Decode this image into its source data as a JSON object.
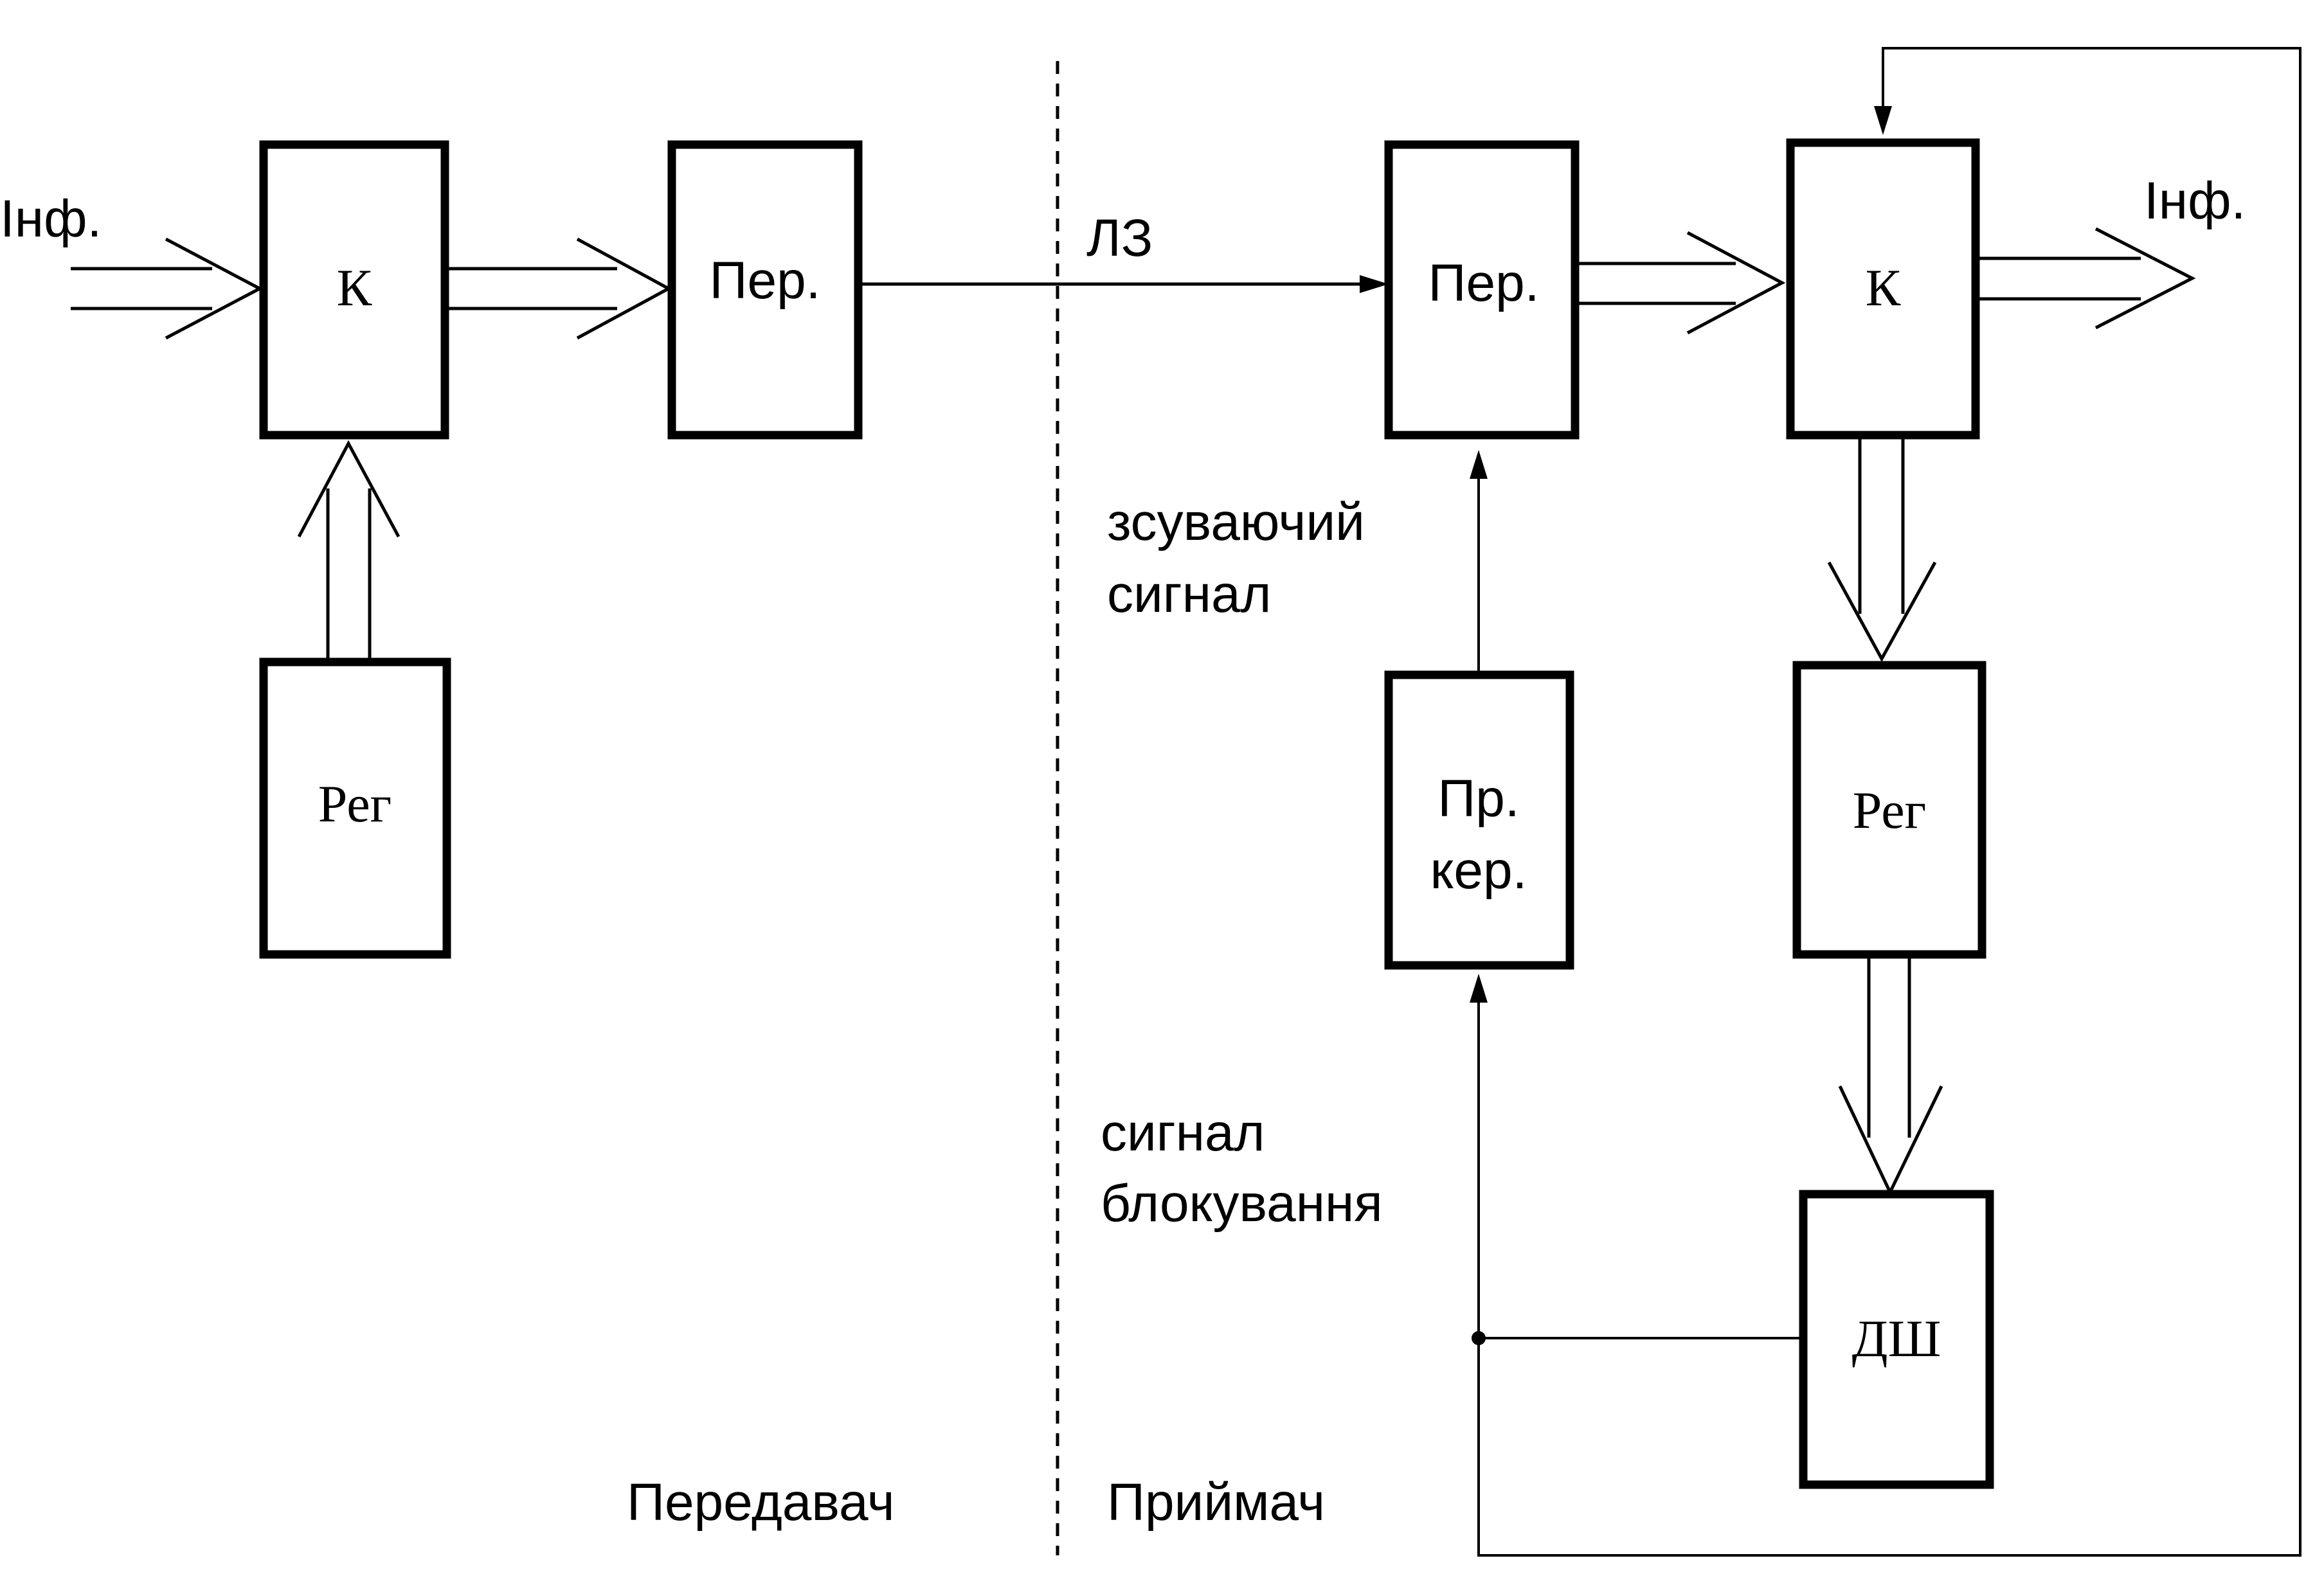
{
  "labels": {
    "input_info": "Інф.",
    "output_info": "Інф.",
    "link_label": "ЛЗ",
    "transmitter": "Передавач",
    "receiver": "Приймач",
    "shift_signal_line1": "зсуваючий",
    "shift_signal_line2": "сигнал",
    "block_signal_line1": "сигнал",
    "block_signal_line2": "блокування"
  },
  "blocks": {
    "tx_coder": "К",
    "tx_register": "Рег",
    "tx_transmitter": "Пер.",
    "rx_receiver": "Пер.",
    "rx_decoder": "К",
    "rx_register": "Рег",
    "rx_control_line1": "Пр.",
    "rx_control_line2": "кер.",
    "rx_syndrome_decoder": "ДШ"
  }
}
